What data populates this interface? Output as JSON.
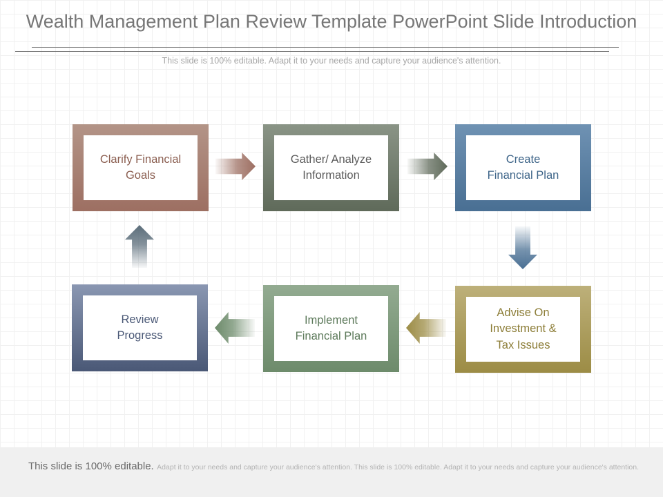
{
  "header": {
    "title": "Wealth Management Plan Review Template PowerPoint Slide Introduction",
    "subtitle": "This slide is 100% editable. Adapt it to your needs and capture your audience's attention."
  },
  "steps": [
    {
      "label": "Clarify Financial\nGoals",
      "color": "#9d6f62",
      "color_light": "#b39487",
      "text_color": "#8a5d4f"
    },
    {
      "label": "Gather/ Analyze\nInformation",
      "color": "#5f6a5a",
      "color_light": "#8a9486",
      "text_color": "#5a5a5a"
    },
    {
      "label": "Create\nFinancial Plan",
      "color": "#496f93",
      "color_light": "#6f92b3",
      "text_color": "#3d6488"
    },
    {
      "label": "Advise On\nInvestment &\nTax Issues",
      "color": "#9c8c45",
      "color_light": "#bdb07a",
      "text_color": "#8c7d37"
    },
    {
      "label": "Implement\nFinancial Plan",
      "color": "#6d8b6b",
      "color_light": "#93ab91",
      "text_color": "#5d7a5b"
    },
    {
      "label": "Review\nProgress",
      "color": "#4a5876",
      "color_light": "#8a97b2",
      "text_color": "#4a5876"
    }
  ],
  "arrow_colors": {
    "clarify_to_gather": "#9d6f62",
    "gather_to_create": "#5f6a5a",
    "create_to_advise": "#496f93",
    "advise_to_implement": "#9c8c45",
    "implement_to_review": "#6d8b6b",
    "review_to_clarify": "#5b6d7a"
  },
  "footer": {
    "lead": "This slide is 100% editable.",
    "body": "Adapt it to your needs and capture your audience's attention. This slide is 100% editable. Adapt it to your needs and capture your audience's attention."
  }
}
